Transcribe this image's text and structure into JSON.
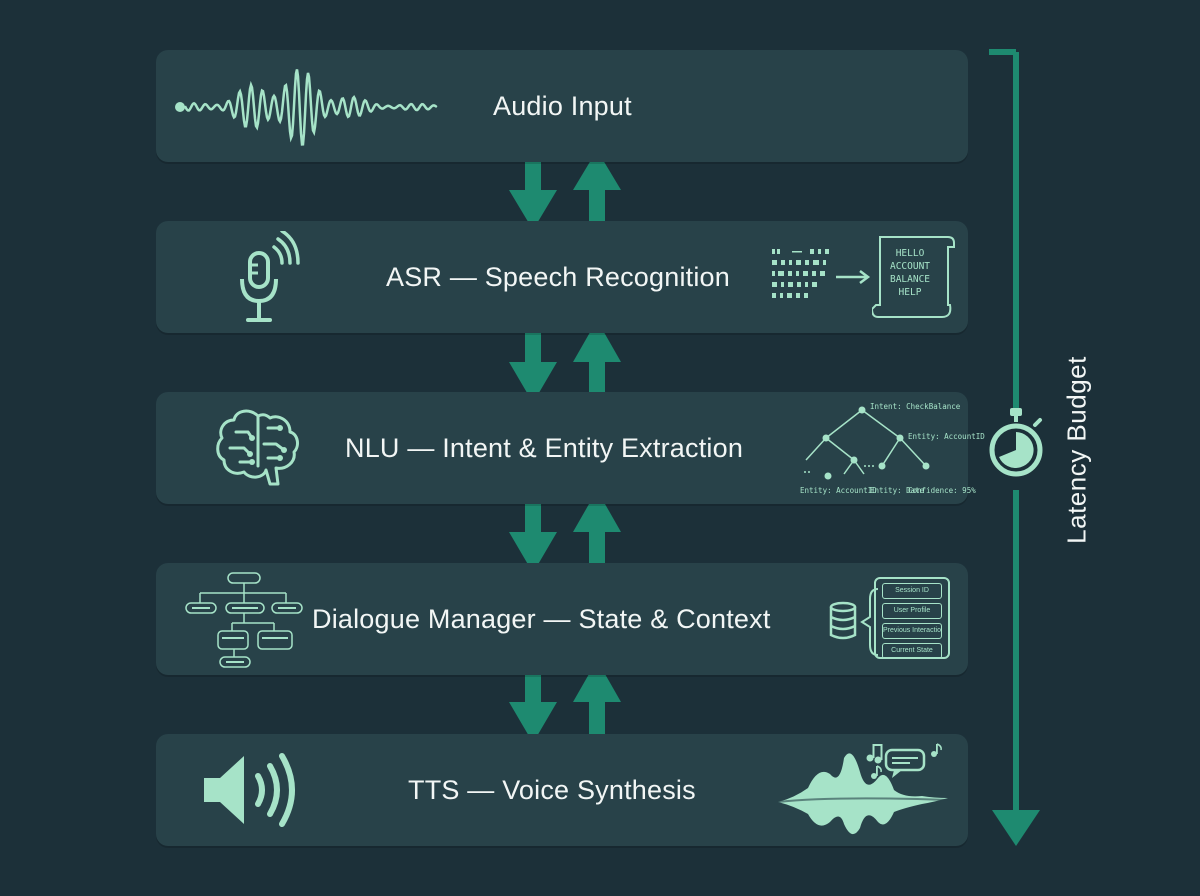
{
  "colors": {
    "background": "#1c3039",
    "card": "#284249",
    "accent": "#1e8a70",
    "icon": "#a6e3c8",
    "text": "#f2f6f5"
  },
  "stages": [
    {
      "title": "Audio Input",
      "icon": "waveform-icon"
    },
    {
      "title": "ASR — Speech Recognition",
      "icon": "microphone-icon",
      "transcript": {
        "lines": [
          "HELLO",
          "ACCOUNT",
          "BALANCE",
          "HELP"
        ],
        "icon": "bits-to-text-icon"
      }
    },
    {
      "title": "NLU — Intent & Entity Extraction",
      "icon": "brain-icon",
      "tree": {
        "root": "Intent: CheckBalance",
        "branch": "Entity: AccountID",
        "leaves": [
          "Entity: AccountID",
          "Entity: Date",
          "Confidence: 95%"
        ],
        "icon": "entity-tree-icon"
      }
    },
    {
      "title": "Dialogue Manager — State & Context",
      "icon": "flowchart-icon",
      "context": {
        "items": [
          "Session ID",
          "User Profile",
          "Previous Interaction",
          "Current State"
        ],
        "icon": "database-icon"
      }
    },
    {
      "title": "TTS — Voice Synthesis",
      "icon": "speaker-icon",
      "output_icon": "synth-waveform-icon"
    }
  ],
  "latency": {
    "label": "Latency Budget",
    "icon": "stopwatch-icon"
  }
}
